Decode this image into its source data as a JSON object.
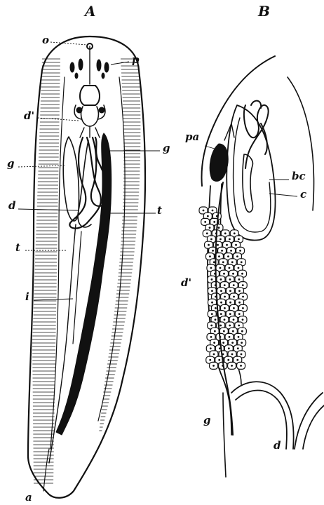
{
  "panels": {
    "a": "A",
    "b": "B"
  },
  "labels_a": {
    "o": "o",
    "p": "p",
    "d_prime": "d'",
    "g_right": "g",
    "g_left": "g",
    "d": "d",
    "t_right": "t",
    "t_left": "t",
    "i": "i",
    "a": "a"
  },
  "labels_b": {
    "pa": "pa",
    "bc": "bc",
    "c": "c",
    "d_prime": "d'",
    "g": "g",
    "d": "d"
  },
  "colors": {
    "ink": "#111111",
    "paper": "#ffffff"
  }
}
